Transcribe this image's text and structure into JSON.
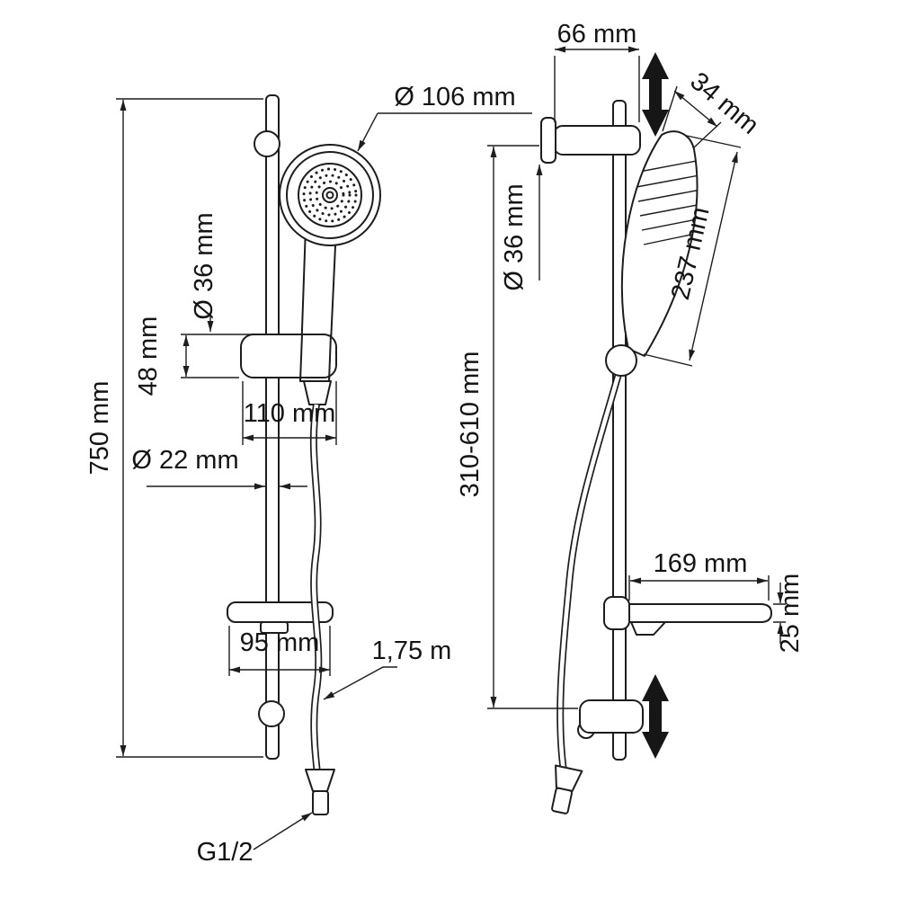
{
  "labels": {
    "front": {
      "overall_height": "750 mm",
      "head_diameter": "Ø 106 mm",
      "holder_diameter": "Ø 36 mm",
      "holder_height": "48 mm",
      "holder_length": "110 mm",
      "bar_diameter": "Ø 22 mm",
      "dish_width": "95 mm",
      "hose_length": "1,75 m",
      "thread": "G1/2"
    },
    "side": {
      "wall_offset": "66 mm",
      "head_depth": "34 mm",
      "handset_length": "237 mm",
      "bracket_diameter": "Ø 36 mm",
      "slider_range": "310-610 mm",
      "dish_depth": "169 mm",
      "dish_height": "25 mm"
    }
  },
  "style": {
    "ink": "#1d1d1d",
    "paper": "#ffffff"
  }
}
